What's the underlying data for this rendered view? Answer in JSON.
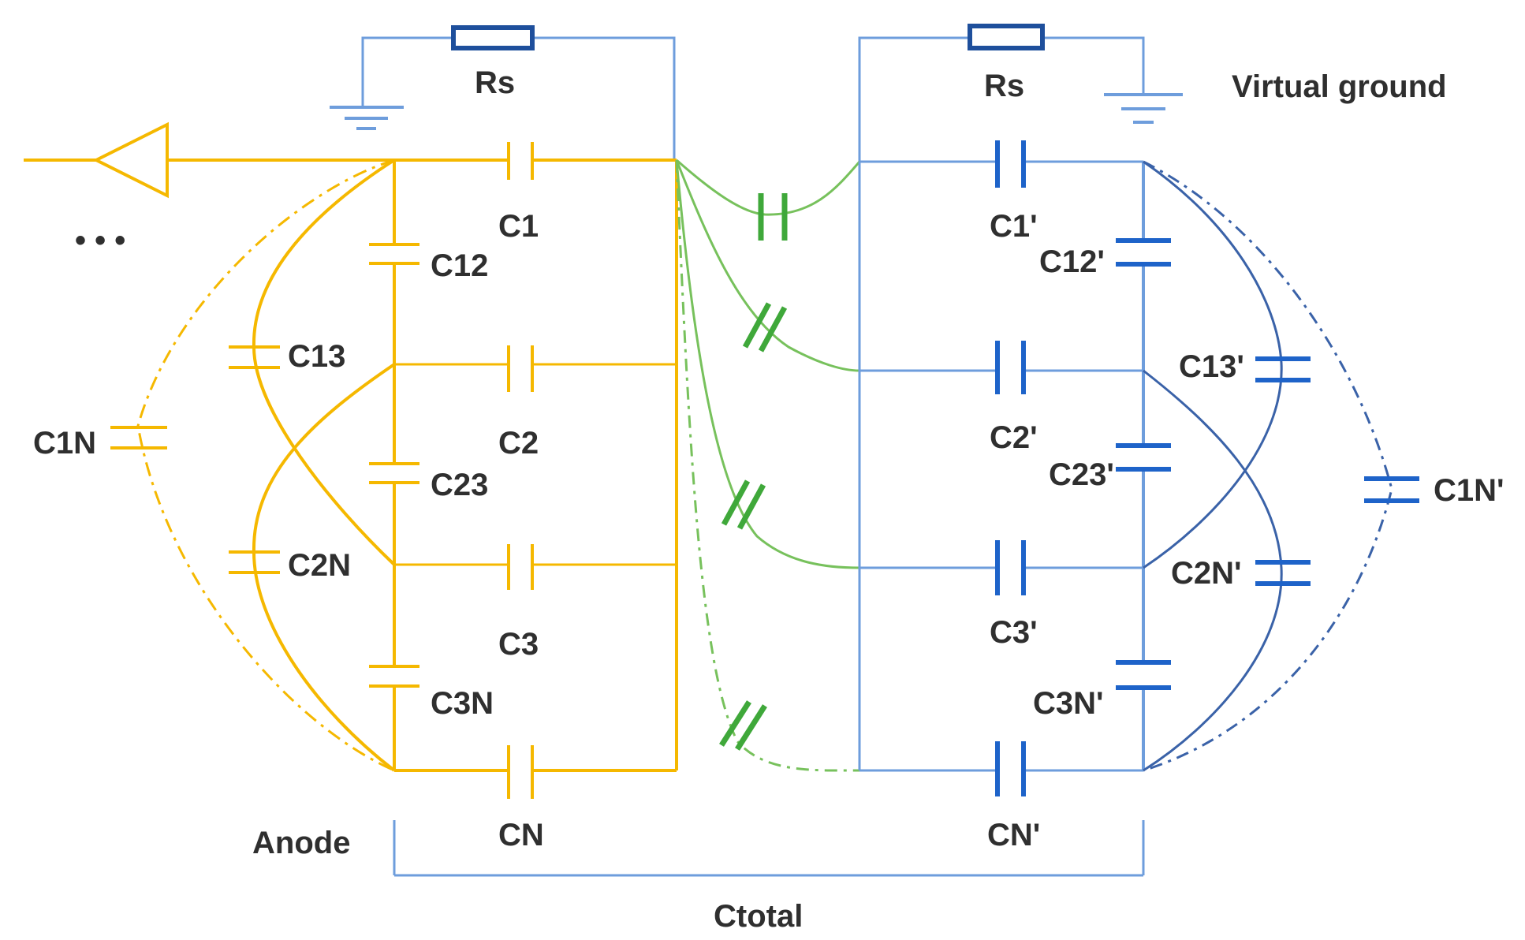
{
  "labels": {
    "rs_left": "Rs",
    "rs_right": "Rs",
    "virtual_ground": "Virtual ground",
    "ellipsis": "• • •",
    "anode": "Anode",
    "ctotal": "Ctotal",
    "left": {
      "c1": "C1",
      "c2": "C2",
      "c3": "C3",
      "cn": "CN",
      "c12": "C12",
      "c13": "C13",
      "c23": "C23",
      "c2n": "C2N",
      "c3n": "C3N",
      "c1n": "C1N"
    },
    "right": {
      "c1": "C1'",
      "c2": "C2'",
      "c3": "C3'",
      "cn": "CN'",
      "c12": "C12'",
      "c13": "C13'",
      "c23": "C23'",
      "c2n": "C2N'",
      "c3n": "C3N'",
      "c1n": "C1N'"
    }
  },
  "colors": {
    "left_circuit": "#f5b800",
    "right_circuit": "#6e9ddc",
    "right_capacitor": "#1e63c9",
    "coupling": "#77c15c",
    "resistor": "#1e4f9c",
    "text": "#2f2f2f"
  }
}
